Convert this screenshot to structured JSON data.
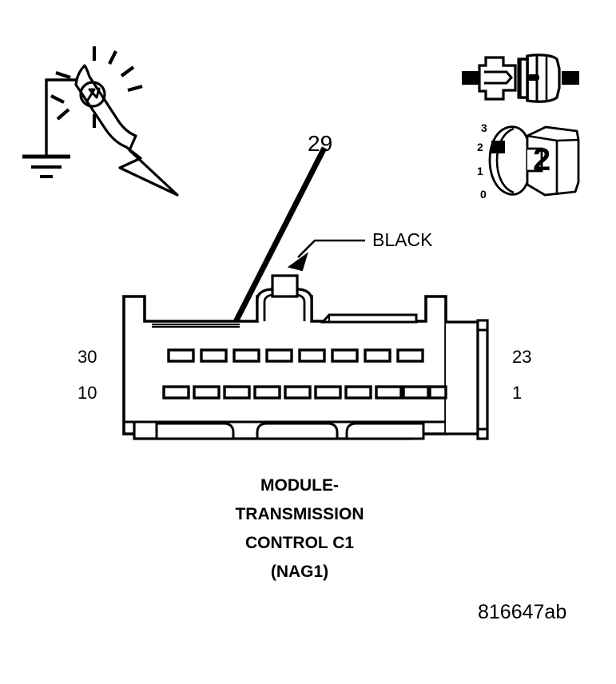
{
  "figure": {
    "reference_id": "816647ab",
    "stroke_color": "#000000",
    "background_color": "#ffffff"
  },
  "test_light": {
    "name": "test-light-with-ground",
    "description": "lit test light probe connected to ground symbol"
  },
  "connector_symbol": {
    "name": "mating-connector-pair",
    "description": "male and female connector halves with wire stubs"
  },
  "cavity_gauge": {
    "name": "cavity-size-gauge",
    "size_value": "2",
    "scale": [
      "3",
      "2",
      "1",
      "0"
    ],
    "marker_at": "2"
  },
  "callouts": {
    "pin_number": "29",
    "wire_color": "BLACK"
  },
  "connector": {
    "left_labels": {
      "top_row": "30",
      "bottom_row": "10"
    },
    "right_labels": {
      "top_row": "23",
      "bottom_row": "1"
    },
    "top_row_cavity_count": 8,
    "bottom_row_cavity_count": 10,
    "highlighted_cavity": {
      "row": "top",
      "index_from_left": 2,
      "pin": "29"
    }
  },
  "caption": {
    "lines": [
      "MODULE-",
      "TRANSMISSION",
      "CONTROL C1",
      "(NAG1)"
    ]
  }
}
